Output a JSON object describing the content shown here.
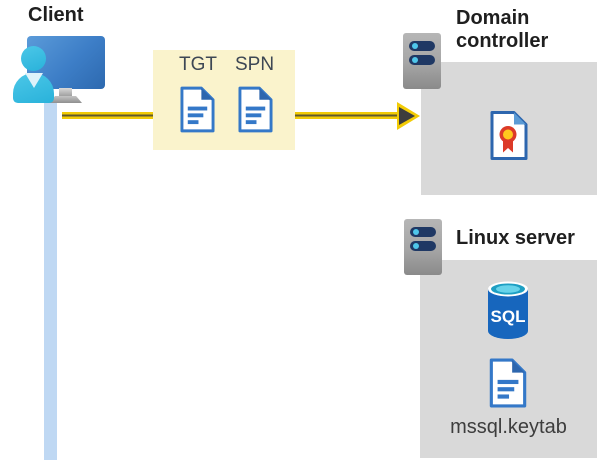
{
  "client": {
    "title": "Client"
  },
  "ticket_box": {
    "tgt": "TGT",
    "spn": "SPN"
  },
  "domain_controller": {
    "title": "Domain controller"
  },
  "linux_server": {
    "title": "Linux server",
    "sql_text": "SQL",
    "keytab": "mssql.keytab"
  },
  "colors": {
    "highlight_yellow_bg": "#faf3cc",
    "arrow_yellow": "#f2cb05",
    "arrow_head_dark": "#3d3d3d",
    "box_gray": "#d9d9d9",
    "document_blue": "#3478c8",
    "person_cyan": "#35bde2",
    "monitor_blue": "#3d7ec7",
    "server_bar_navy": "#1f3864",
    "server_dot_cyan": "#4fc6ea",
    "sql_cylinder_blue": "#1766bd",
    "sql_top_cyan": "#36c0de",
    "certificate_red": "#dc3a28",
    "certificate_gold": "#ffc81e",
    "client_line_blue": "#bfd8f3"
  }
}
